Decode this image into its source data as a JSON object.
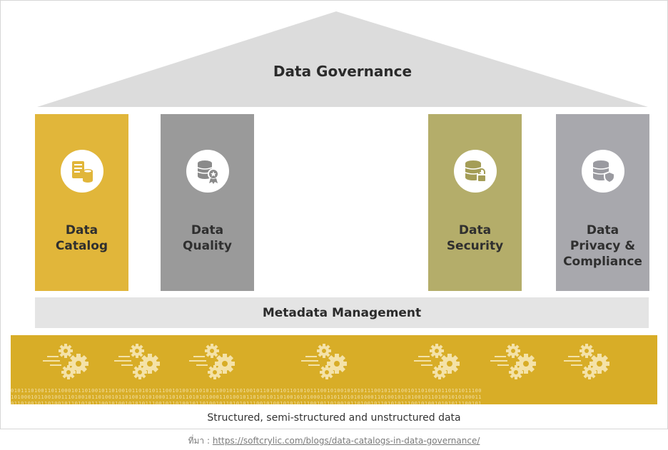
{
  "diagram": {
    "title": "Data Governance",
    "pillars": [
      {
        "label": "Data\nCatalog",
        "icon": "catalog-icon",
        "color": "#e1b63a"
      },
      {
        "label": "Data\nQuality",
        "icon": "quality-badge-icon",
        "color": "#9a9a9a"
      },
      {
        "label": "Data\nSecurity",
        "icon": "database-lock-icon",
        "color": "#b4ad6a"
      },
      {
        "label": "Data\nPrivacy &\nCompliance",
        "icon": "database-shield-icon",
        "color": "#a8a8ad"
      }
    ],
    "base_label": "Metadata Management",
    "foundation_color": "#d8ad27",
    "foundation_icon": "gears-icon",
    "caption": "Structured, semi-structured and unstructured data"
  },
  "source": {
    "prefix": "ที่มา :",
    "url": "https://softcrylic.com/blogs/data-catalogs-in-data-governance/"
  }
}
